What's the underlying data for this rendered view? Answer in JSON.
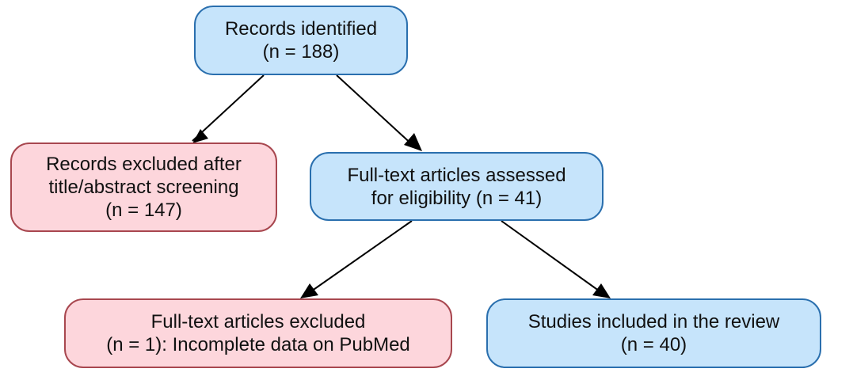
{
  "flow": {
    "identified": {
      "line1": "Records identified",
      "line2": "(n = 188)"
    },
    "excluded_screening": {
      "line1": "Records excluded after",
      "line2": "title/abstract screening",
      "line3": "(n = 147)"
    },
    "assessed": {
      "line1": "Full-text articles assessed",
      "line2": "for eligibility (n = 41)"
    },
    "excluded_fulltext": {
      "line1": "Full-text articles excluded",
      "line2": "(n = 1): Incomplete data on PubMed"
    },
    "included": {
      "line1": "Studies included in the review",
      "line2": "(n = 40)"
    }
  },
  "colors": {
    "included_fill": "#c6e4fb",
    "included_border": "#2a6fae",
    "excluded_fill": "#fdd6dc",
    "excluded_border": "#a8474f",
    "arrow": "#000000"
  }
}
